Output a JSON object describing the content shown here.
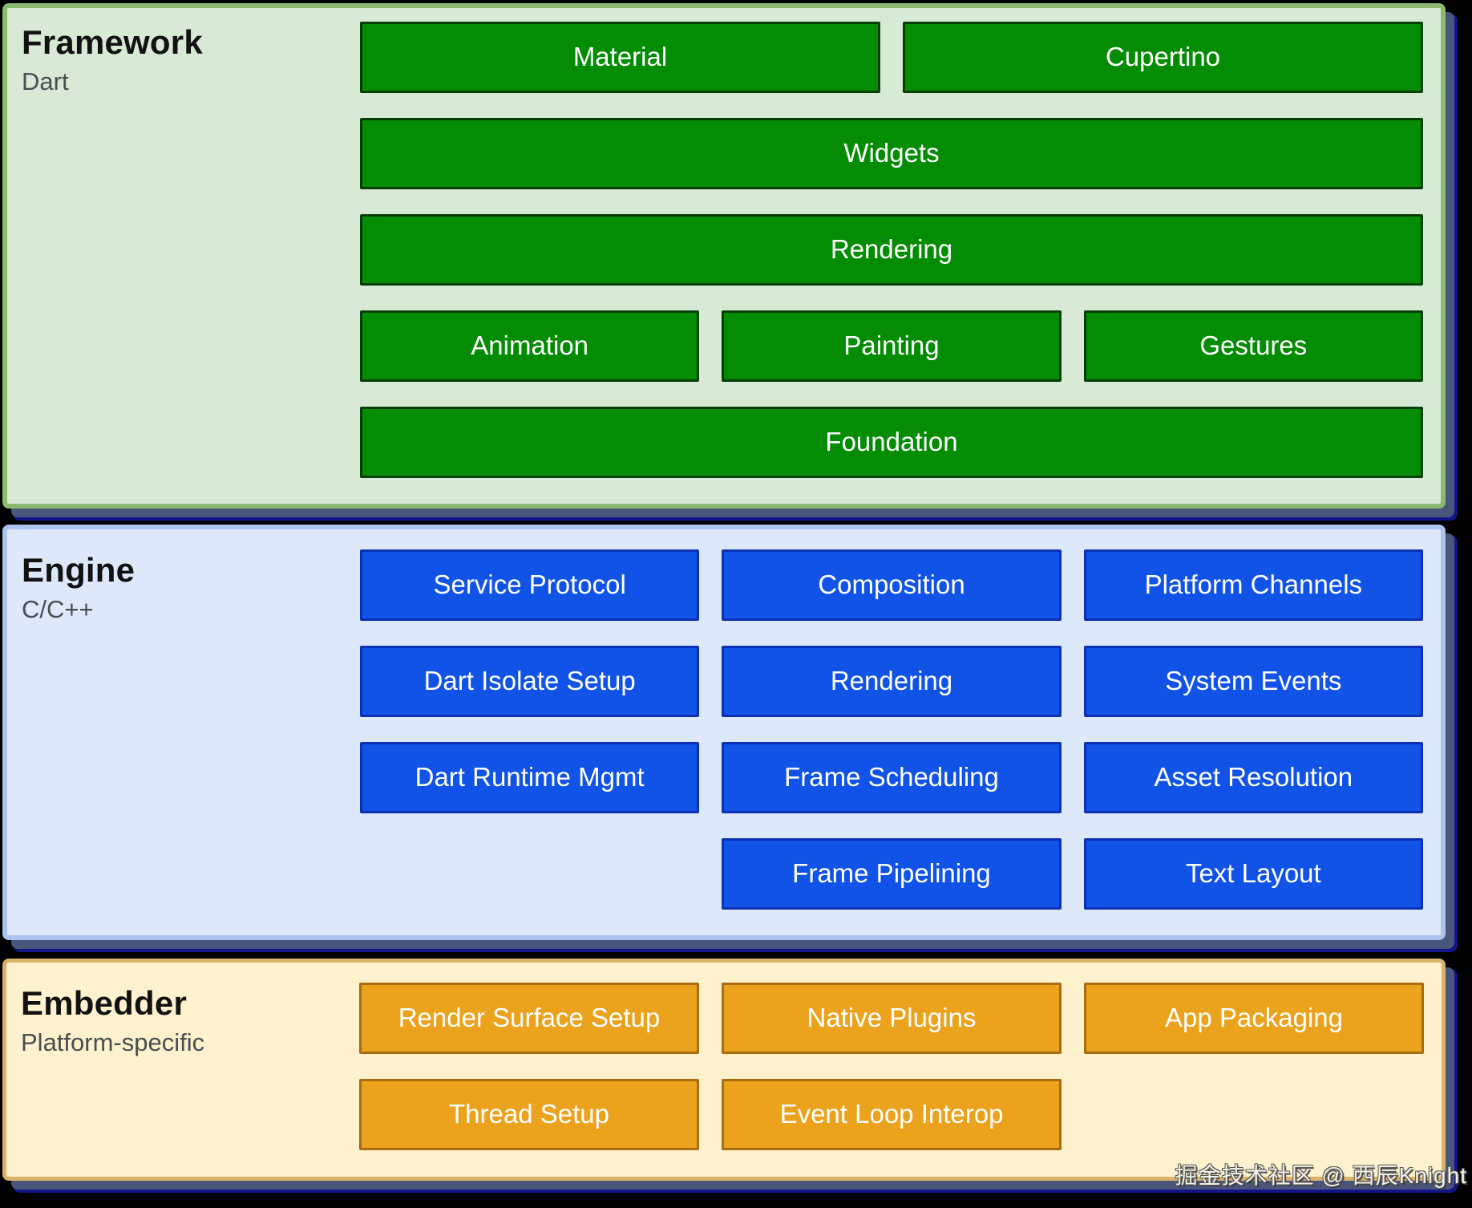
{
  "diagram": "Flutter architecture layers",
  "palette": {
    "page_background": "#000000",
    "framework_panel_bg": "#d8e9d5",
    "framework_panel_border": "#8cbb70",
    "framework_box_fill": "#058c05",
    "framework_box_border": "#053f05",
    "engine_panel_bg": "#dee8fb",
    "engine_panel_border": "#abc4ee",
    "engine_box_fill": "#1053e6",
    "engine_box_border": "#0c31b5",
    "embedder_panel_bg": "#fdf2cd",
    "embedder_panel_border": "#dab269",
    "embedder_box_fill": "#eba21d",
    "embedder_box_border": "#a96c10",
    "panel_shadow": "#4a557b",
    "panel_shadow_edge": "#14148a",
    "box_text": "#ffffff",
    "title_text": "#121212",
    "subtitle_text": "#474f52"
  },
  "sections": {
    "framework": {
      "title": "Framework",
      "subtitle": "Dart",
      "rows": [
        [
          "Material",
          "Cupertino"
        ],
        [
          "Widgets"
        ],
        [
          "Rendering"
        ],
        [
          "Animation",
          "Painting",
          "Gestures"
        ],
        [
          "Foundation"
        ]
      ]
    },
    "engine": {
      "title": "Engine",
      "subtitle": "C/C++",
      "rows": [
        [
          "Service Protocol",
          "Composition",
          "Platform Channels"
        ],
        [
          "Dart Isolate Setup",
          "Rendering",
          "System Events"
        ],
        [
          "Dart Runtime Mgmt",
          "Frame Scheduling",
          "Asset Resolution"
        ],
        [
          "Frame Pipelining",
          "Text Layout"
        ]
      ]
    },
    "embedder": {
      "title": "Embedder",
      "subtitle": "Platform-specific",
      "rows": [
        [
          "Render Surface Setup",
          "Native Plugins",
          "App Packaging"
        ],
        [
          "Thread Setup",
          "Event Loop Interop"
        ]
      ]
    }
  },
  "watermark": {
    "text": "掘金技术社区 @ 西辰Knight"
  }
}
